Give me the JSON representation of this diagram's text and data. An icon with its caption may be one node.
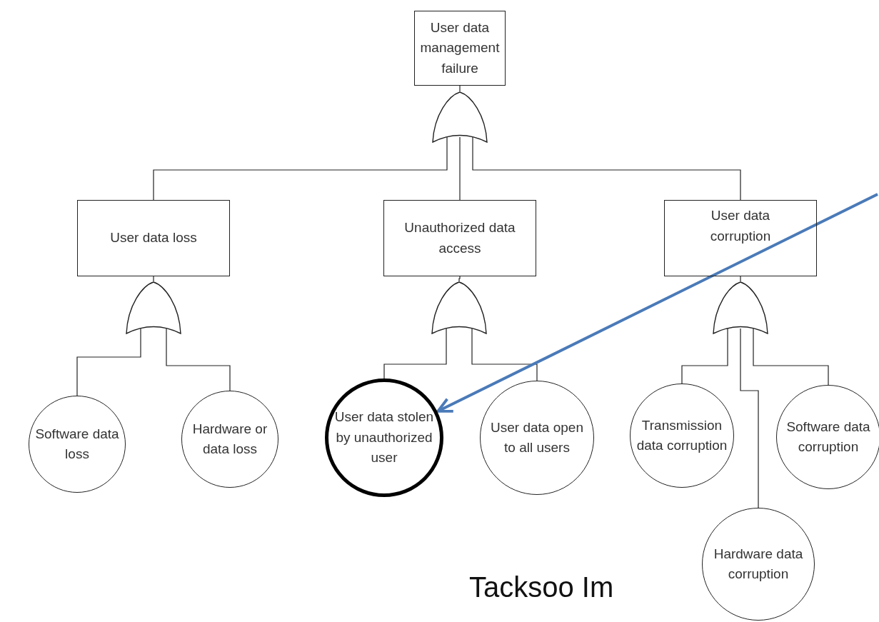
{
  "diagram": {
    "nodes": [
      {
        "text": [
          "User data management failure"
        ]
      },
      {
        "text": [],
        "shape": "gate"
      },
      {
        "text": [
          "User data loss"
        ]
      },
      {
        "text": [
          "Unauthorized data access"
        ]
      },
      {
        "text": [
          "User data corruption"
        ]
      },
      {
        "text": [],
        "shape": "gate"
      },
      {
        "text": [],
        "shape": "gate"
      },
      {
        "text": [],
        "shape": "gate"
      },
      {
        "text": [
          "Software data loss"
        ]
      },
      {
        "text": [
          "Hardware or data loss"
        ]
      },
      {
        "text": [
          "User data stolen by unauthorized user"
        ]
      },
      {
        "text": [
          "User data open to all users"
        ]
      },
      {
        "text": [
          "Transmission data corruption"
        ]
      },
      {
        "text": [
          "Software data corruption"
        ]
      },
      {
        "text": [
          "Hardware data corruption"
        ]
      }
    ],
    "edges": [
      {
        "from": 1,
        "to": 0,
        "arrow": "none"
      },
      {
        "from": 2,
        "to": 1,
        "arrow": "none"
      },
      {
        "from": 3,
        "to": 1,
        "arrow": "none"
      },
      {
        "from": 4,
        "to": 1,
        "arrow": "none"
      },
      {
        "from": 5,
        "to": 2,
        "arrow": "none"
      },
      {
        "from": 6,
        "to": 3,
        "arrow": "none"
      },
      {
        "from": 7,
        "to": 4,
        "arrow": "none"
      },
      {
        "from": 8,
        "to": 5,
        "arrow": "none"
      },
      {
        "from": 9,
        "to": 5,
        "arrow": "none"
      },
      {
        "from": 10,
        "to": 6,
        "arrow": "none"
      },
      {
        "from": 11,
        "to": 6,
        "arrow": "none"
      },
      {
        "from": 12,
        "to": 7,
        "arrow": "none"
      },
      {
        "from": 14,
        "to": 7,
        "arrow": "none"
      },
      {
        "from": 13,
        "to": 7,
        "arrow": "none"
      },
      {
        "from": null,
        "to": 10,
        "arrow": "to",
        "style": "thick",
        "color": "#4a7ab8"
      }
    ],
    "labels": [
      "Tacksoo Im"
    ]
  }
}
